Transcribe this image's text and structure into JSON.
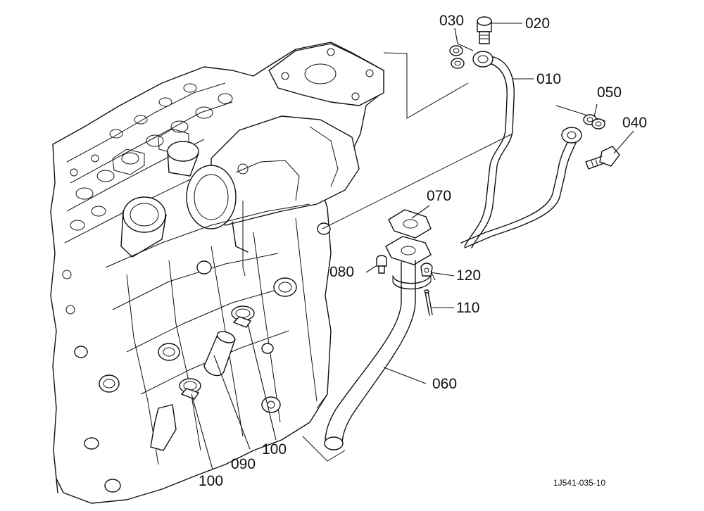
{
  "callouts": {
    "c010": "010",
    "c020": "020",
    "c030": "030",
    "c040": "040",
    "c050": "050",
    "c060": "060",
    "c070": "070",
    "c080": "080",
    "c090": "090",
    "c100a": "100",
    "c100b": "100",
    "c110": "110",
    "c120": "120"
  },
  "drawing_number": "1J541-035-10"
}
